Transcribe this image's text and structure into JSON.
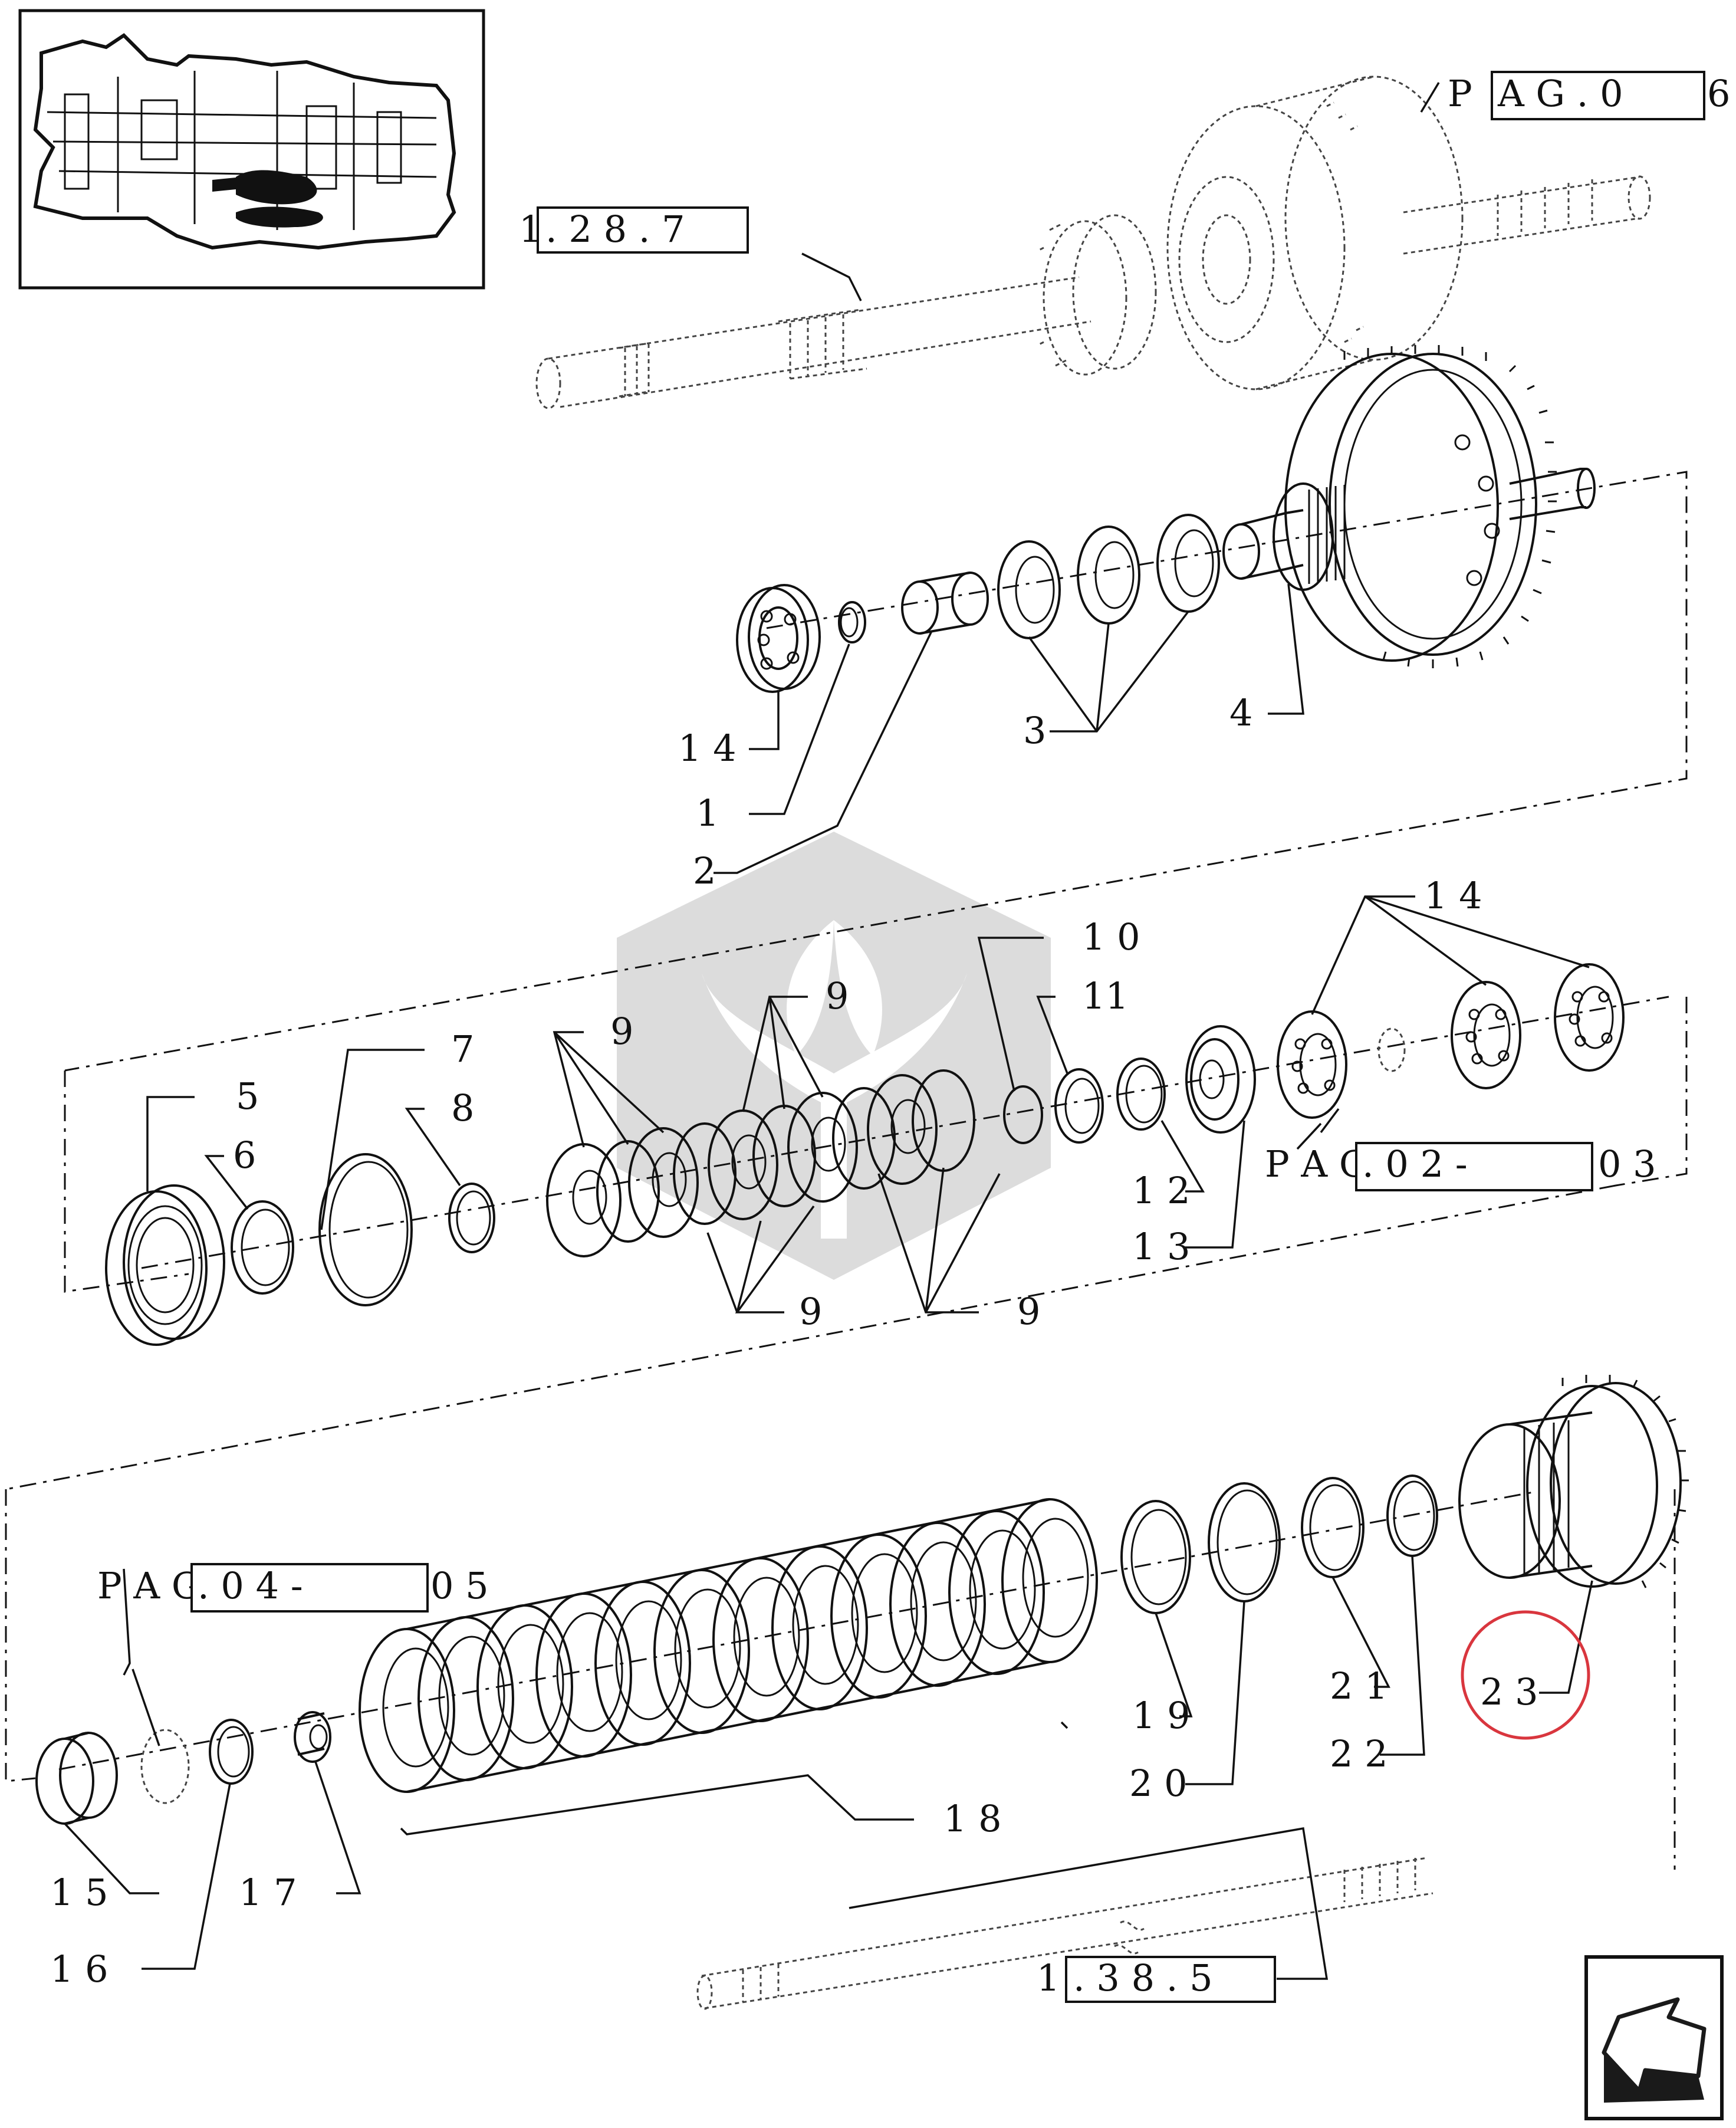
{
  "parts": {
    "p14a": "1 4",
    "p1": "1",
    "p2": "2",
    "p3": "3",
    "p4": "4",
    "p5": "5",
    "p6": "6",
    "p7": "7",
    "p8": "8",
    "p9a": "9",
    "p9b": "9",
    "p9c": "9",
    "p9d": "9",
    "p10": "1 0",
    "p11": "11",
    "p12": "1 2",
    "p13": "1 3",
    "p14b": "1 4",
    "p15": "1 5",
    "p16": "1 6",
    "p17": "1 7",
    "p18": "1 8",
    "p19": "1 9",
    "p20": "2 0",
    "p21": "2 1",
    "p22": "2 2",
    "p23": "2 3"
  },
  "refs": {
    "r1_prefix": "1",
    "r1_box": ". 2 8 . 7",
    "r2_prefix": "P",
    "r2_box": "A G .   0",
    "r2_suffix": "6",
    "r3_prefix": "P A G",
    "r3_box": ".   0 2 -",
    "r3_suffix": "0 3",
    "r4_prefix": "P A G",
    "r4_box": ".   0 4 -",
    "r4_suffix": "0 5",
    "r5_prefix": "1",
    "r5_box": ". 3 8 . 5"
  },
  "colors": {
    "line": "#111111",
    "highlight_circle": "#d9363e",
    "watermark": "#d6d6d6",
    "nav_fill": "#1a1a1a"
  },
  "icons": {
    "overview": "transmission-overview-thumbnail",
    "watermark": "brand-leaf-hexagon-watermark",
    "nav": "next-page-arrow-icon"
  }
}
